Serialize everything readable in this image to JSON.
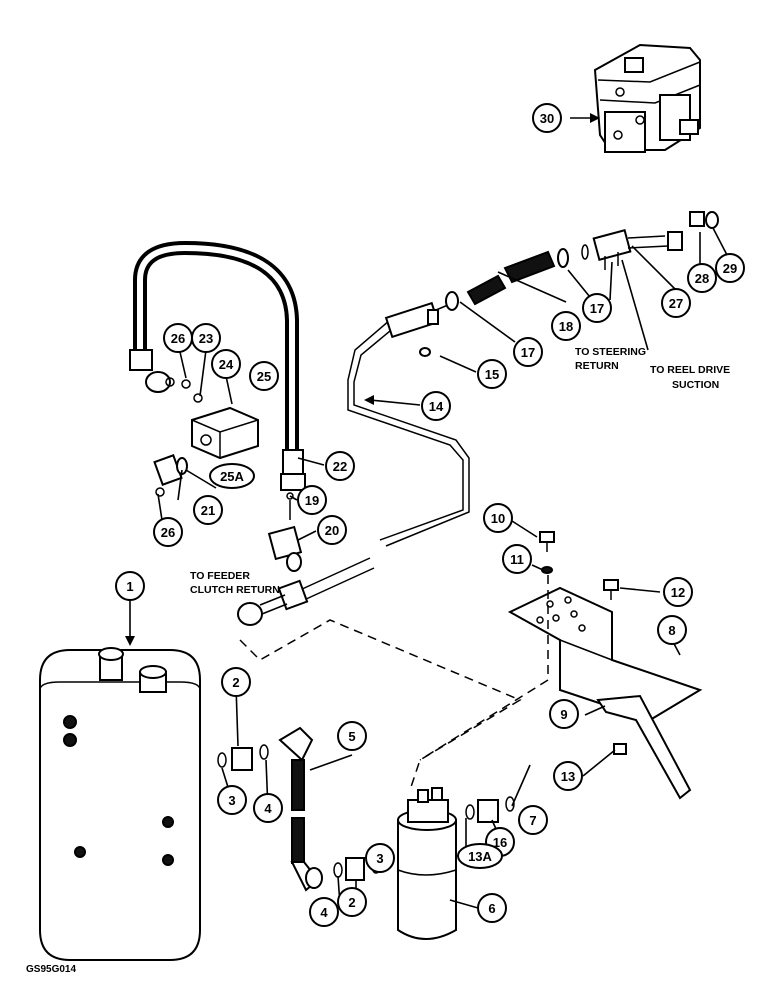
{
  "figure_code": "GS95G014",
  "callouts": [
    "1",
    "2",
    "2",
    "3",
    "3",
    "4",
    "4",
    "5",
    "6",
    "7",
    "8",
    "9",
    "10",
    "11",
    "12",
    "13",
    "14",
    "15",
    "16",
    "17",
    "17",
    "18",
    "19",
    "20",
    "21",
    "22",
    "23",
    "24",
    "25",
    "26",
    "26",
    "27",
    "28",
    "29",
    "30"
  ],
  "oval_callouts": [
    "25A",
    "13A"
  ],
  "notes": {
    "to_steering_1": "TO STEERING",
    "to_steering_2": "RETURN",
    "to_reel_1": "TO REEL DRIVE",
    "to_reel_2": "SUCTION",
    "to_feeder_1": "TO FEEDER",
    "to_feeder_2": "CLUTCH RETURN"
  }
}
